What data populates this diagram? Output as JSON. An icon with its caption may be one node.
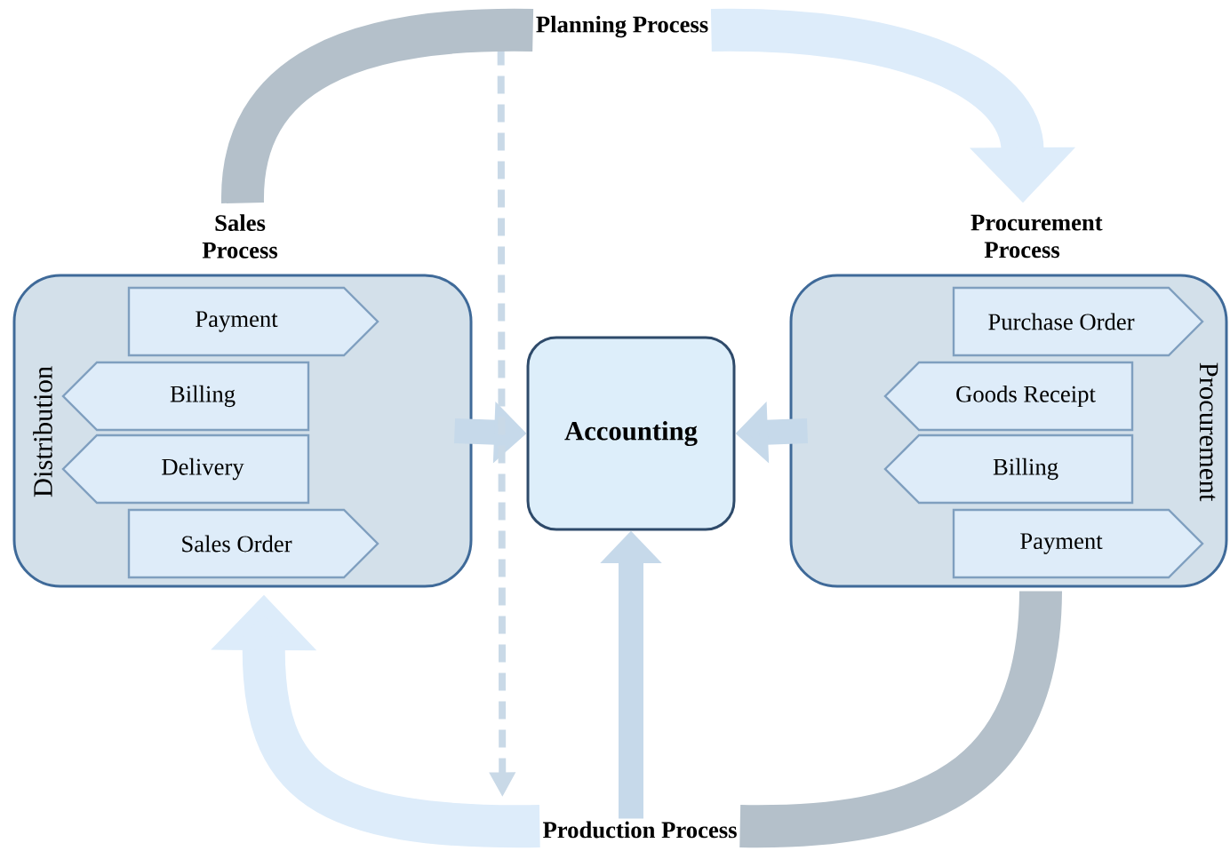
{
  "diagram": {
    "nodes": [
      {
        "text": [
          "Sales Process",
          "Distribution"
        ]
      },
      {
        "text": [
          "Payment"
        ],
        "in": 0
      },
      {
        "text": [
          "Billing"
        ],
        "in": 0
      },
      {
        "text": [
          "Delivery"
        ],
        "in": 0
      },
      {
        "text": [
          "Sales Order"
        ],
        "in": 0
      },
      {
        "text": [
          "Accounting"
        ]
      },
      {
        "text": [
          "Procurement Process",
          "Procurement"
        ]
      },
      {
        "text": [
          "Purchase Order"
        ],
        "in": 6
      },
      {
        "text": [
          "Goods Receipt"
        ],
        "in": 6
      },
      {
        "text": [
          "Billing"
        ],
        "in": 6
      },
      {
        "text": [
          "Payment"
        ],
        "in": 6
      },
      {
        "text": [
          "Planning Process"
        ]
      },
      {
        "text": [
          "Production Process"
        ]
      }
    ],
    "edges": [
      {
        "from": 0,
        "to": 5,
        "arrow": "to"
      },
      {
        "from": 6,
        "to": 5,
        "arrow": "to"
      },
      {
        "from": 12,
        "to": 5,
        "arrow": "to"
      },
      {
        "from": 11,
        "to": 12,
        "arrow": "to",
        "style": "dashed",
        "color": "#c9d9e7"
      },
      {
        "from": 0,
        "to": 11,
        "arrow": "none",
        "color": "#b4c0ca"
      },
      {
        "from": 11,
        "to": 6,
        "arrow": "to",
        "color": "#ddecfa"
      },
      {
        "from": 6,
        "to": 12,
        "arrow": "none",
        "color": "#b4c0ca"
      },
      {
        "from": 12,
        "to": 0,
        "arrow": "to",
        "color": "#ddecfa"
      }
    ]
  }
}
